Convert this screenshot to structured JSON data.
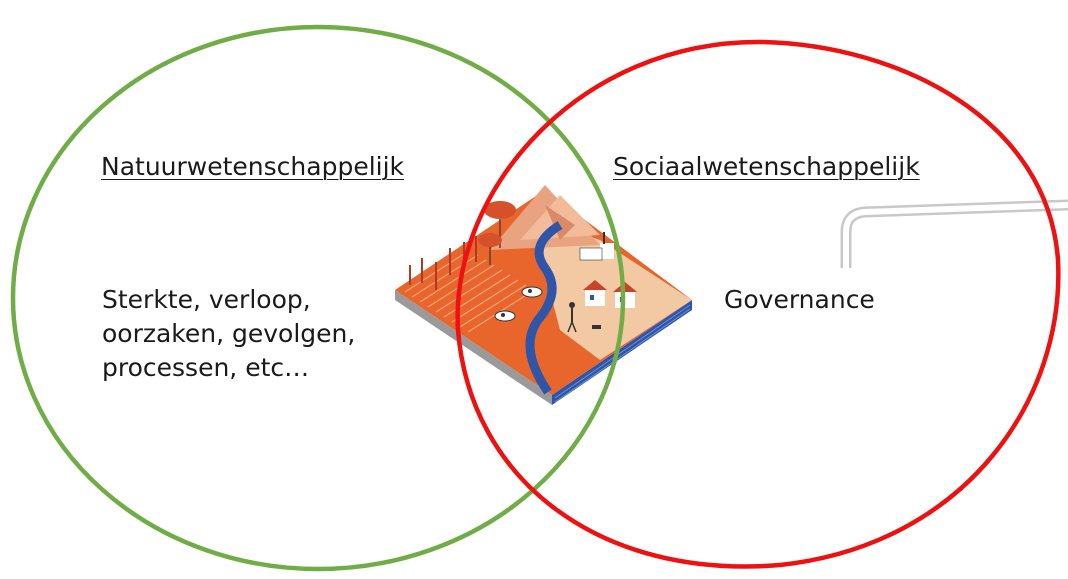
{
  "colors": {
    "natural_circle": "#70ad47",
    "social_circle": "#ee1111",
    "text": "#1a1a1a"
  },
  "natural_science": {
    "heading": "Natuurwetenschappelijk",
    "lines": [
      "Sterkte, verloop,",
      "oorzaken, gevolgen,",
      "processen, etc…"
    ]
  },
  "social_science": {
    "heading": "Sociaalwetenschappelijk",
    "body": "Governance"
  },
  "illustration": {
    "icon": "landscape-illustration",
    "colors": {
      "land": "#e8652c",
      "sand": "#f3c9a3",
      "river": "#2e55a8",
      "mountain": "#e9a380",
      "tree": "#d6512a",
      "house": "#ffffff",
      "roof": "#c8432a"
    }
  },
  "pipe": {
    "icon": "pipe-connector",
    "color": "#c8c8c8"
  }
}
